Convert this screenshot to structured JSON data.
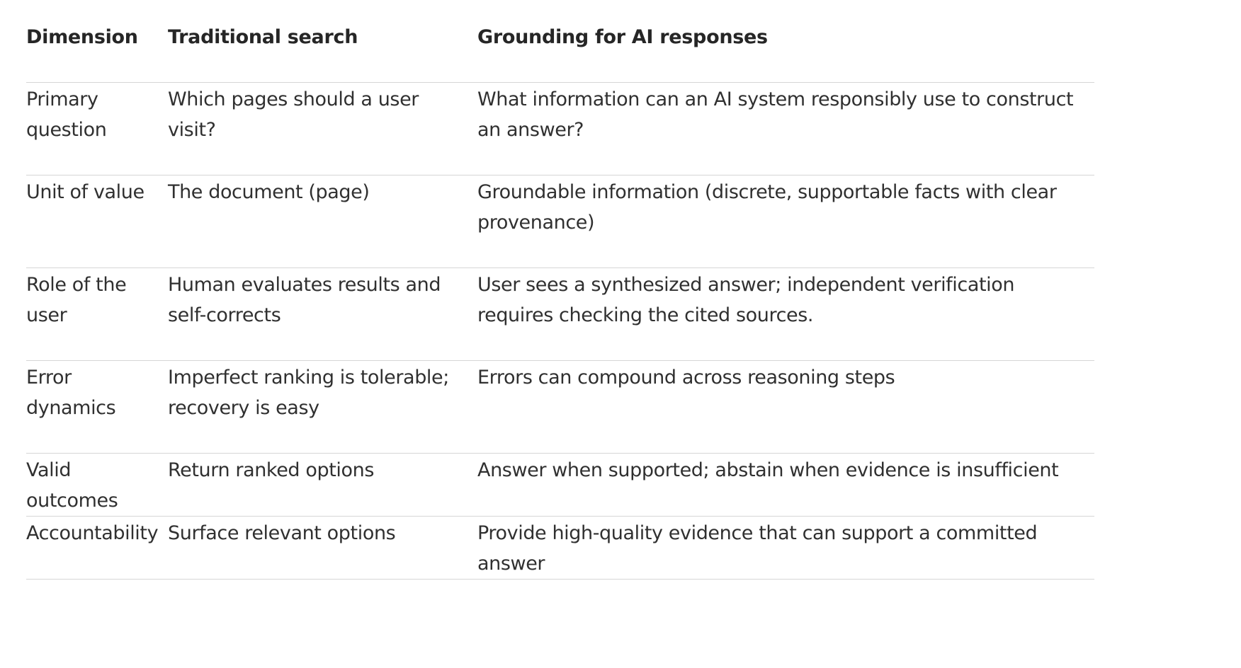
{
  "table": {
    "headers": [
      "Dimension",
      "Traditional search",
      "Grounding for AI responses"
    ],
    "rows": [
      [
        "Primary question",
        "Which pages should a user visit?",
        "What information can an AI system responsibly use to construct an answer?"
      ],
      [
        "Unit of value",
        "The document (page)",
        "Groundable information (discrete, supportable facts with clear provenance)"
      ],
      [
        "Role of the user",
        "Human evaluates results and self-corrects",
        "User sees a synthesized answer; independent verification requires checking the cited sources."
      ],
      [
        "Error dynamics",
        "Imperfect ranking is tolerable; recovery is easy",
        "Errors can compound across reasoning steps"
      ],
      [
        "Valid outcomes",
        "Return ranked options",
        "Answer when supported; abstain when evidence is insufficient"
      ],
      [
        "Accountability",
        "Surface relevant options",
        "Provide high-quality evidence that can support a committed answer"
      ]
    ]
  }
}
